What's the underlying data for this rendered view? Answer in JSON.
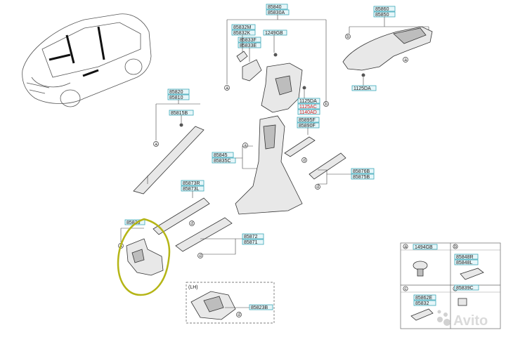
{
  "part_labels": {
    "p85840": "85840",
    "p85830A": "85830A",
    "p85832M": "85832M",
    "p85832K": "85832K",
    "p1249GB": "1249GB",
    "p85833F": "85833F",
    "p85833E": "85833E",
    "p85860": "85860",
    "p85850": "85850",
    "p1125DA_top": "1125DA",
    "p85820": "85820",
    "p85810": "85810",
    "p85815B": "85815B",
    "p1125DA_mid": "1125DA",
    "p1125AC": "1125AC",
    "p1140AD": "1140AD",
    "p85895F": "85895F",
    "p85890F": "85890F",
    "p85845": "85845",
    "p85835C": "85835C",
    "p85876B": "85876B",
    "p85875B": "85875B",
    "p85873R": "85873R",
    "p85873L": "85873L",
    "p85823": "85823",
    "p85872": "85872",
    "p85871": "85871",
    "p85823B": "85823B",
    "lh_label": "(LH)"
  },
  "callouts": {
    "a": "a",
    "b": "b",
    "c": "c",
    "d": "d"
  },
  "legend": {
    "a_part": "1494GB",
    "b_part1": "85848R",
    "b_part2": "85848L",
    "c_part": "85839C",
    "d_part1": "85862E",
    "d_part2": "85832"
  },
  "watermark": "Avito",
  "colors": {
    "box_fill": "#e6f6f9",
    "box_stroke": "#3aa7b8",
    "highlight": "#b5b516",
    "red_text": "#d21f1f"
  }
}
